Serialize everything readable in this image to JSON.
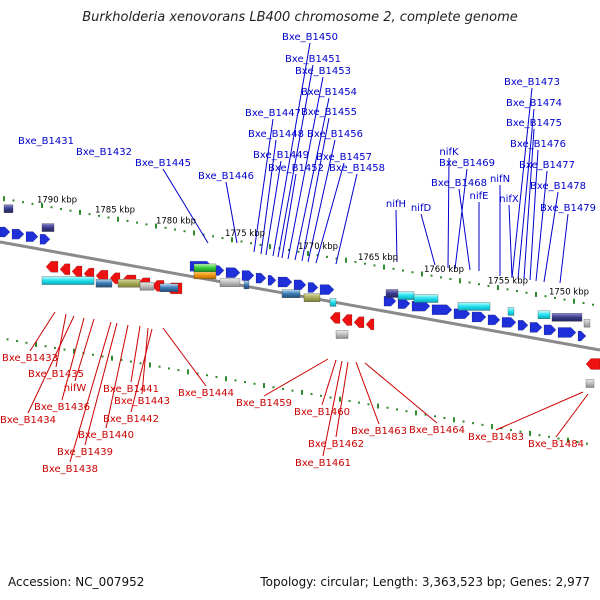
{
  "title": "Burkholderia xenovorans LB400 chromosome 2, complete genome",
  "footer": {
    "accession": "Accession: NC_007952",
    "topology": "Topology: circular; Length: 3,363,523 bp; Genes: 2,977"
  },
  "colors": {
    "forward_gene": "#1f2fd9",
    "reverse_gene": "#ee1111",
    "top_label": "#0000cc",
    "bottom_label": "#cc0000",
    "axis": "#8a8a8a",
    "tick": "#2e8b2e"
  },
  "scale_labels": [
    "1790 kbp",
    "1785 kbp",
    "1780 kbp",
    "1775 kbp",
    "1770 kbp",
    "1765 kbp",
    "1760 kbp",
    "1755 kbp",
    "1750 kbp"
  ],
  "top_genes": [
    "Bxe_B1431",
    "Bxe_B1432",
    "Bxe_B1445",
    "Bxe_B1446",
    "Bxe_B1447",
    "Bxe_B1448",
    "Bxe_B1449",
    "Bxe_B1450",
    "Bxe_B1451",
    "Bxe_B1452",
    "Bxe_B1453",
    "Bxe_B1454",
    "Bxe_B1455",
    "Bxe_B1456",
    "Bxe_B1457",
    "Bxe_B1458",
    "nifH",
    "nifD",
    "nifK",
    "Bxe_B1468",
    "Bxe_B1469",
    "nifE",
    "nifN",
    "nifX",
    "Bxe_B1473",
    "Bxe_B1474",
    "Bxe_B1475",
    "Bxe_B1476",
    "Bxe_B1477",
    "Bxe_B1478",
    "Bxe_B1479"
  ],
  "bottom_genes": [
    "Bxe_B1433",
    "Bxe_B1434",
    "Bxe_B1435",
    "Bxe_B1436",
    "nifW",
    "Bxe_B1438",
    "Bxe_B1439",
    "Bxe_B1440",
    "Bxe_B1441",
    "Bxe_B1442",
    "Bxe_B1443",
    "Bxe_B1444",
    "Bxe_B1459",
    "Bxe_B1460",
    "Bxe_B1461",
    "Bxe_B1462",
    "Bxe_B1463",
    "Bxe_B1464",
    "Bxe_B1483",
    "Bxe_B1484"
  ]
}
